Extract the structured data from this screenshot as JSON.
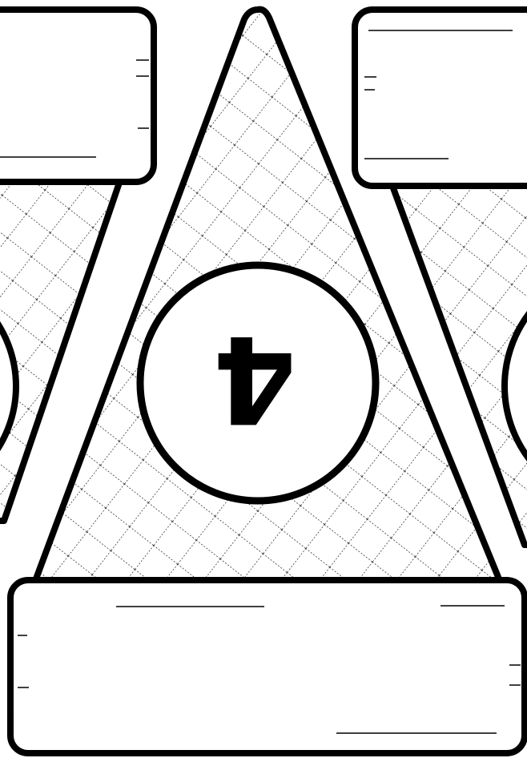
{
  "colors": {
    "background": "#ffffff",
    "ink": "#000000"
  },
  "center_piece": {
    "number": "4",
    "orientation": "upside-down"
  },
  "icons": [
    "hatched-triangle",
    "rounded-rectangle",
    "circle-badge"
  ]
}
